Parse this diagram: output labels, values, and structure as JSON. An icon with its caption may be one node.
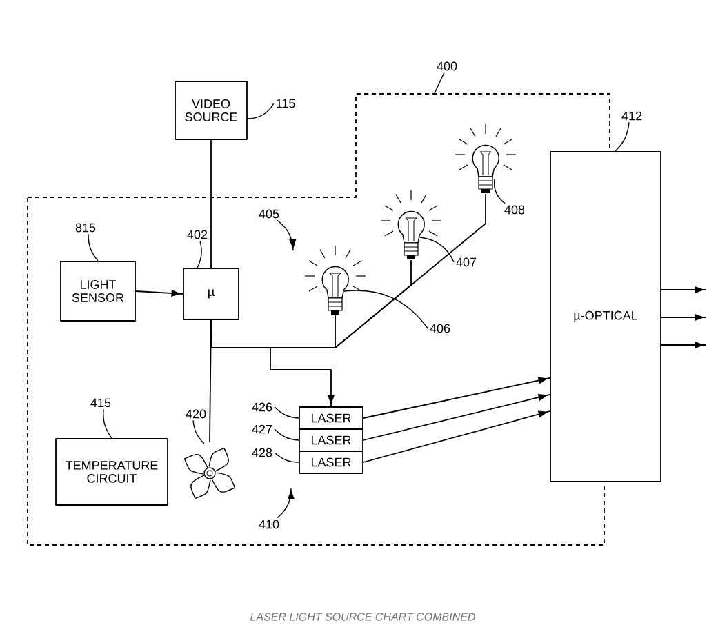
{
  "diagram": {
    "caption": "LASER LIGHT SOURCE CHART COMBINED",
    "nodes": [
      {
        "text": [],
        "shape": "box"
      },
      {
        "text": [
          "VIDEO SOURCE"
        ]
      },
      {
        "text": [
          "LIGHT SENSOR"
        ],
        "in": 0
      },
      {
        "text": [
          "µ"
        ],
        "in": 0
      },
      {
        "text": [
          "TEMPERATURE CIRCUIT"
        ],
        "in": 0
      },
      {
        "text": [],
        "shape": "picture",
        "in": 0
      },
      {
        "text": [],
        "shape": "picture",
        "in": 0
      },
      {
        "text": [],
        "shape": "picture",
        "in": 0
      },
      {
        "text": [],
        "shape": "picture",
        "in": 0
      },
      {
        "text": [
          "LASER"
        ],
        "in": 0
      },
      {
        "text": [
          "LASER"
        ],
        "in": 0
      },
      {
        "text": [
          "LASER"
        ],
        "in": 0
      },
      {
        "text": [
          "µ-OPTICAL"
        ]
      },
      {
        "text": [
          "405"
        ],
        "in": 0
      },
      {
        "text": [
          "410"
        ],
        "in": 0
      },
      {
        "text": [
          "115"
        ]
      },
      {
        "text": [
          "815"
        ],
        "in": 0
      },
      {
        "text": [
          "402"
        ],
        "in": 0
      },
      {
        "text": [
          "415"
        ],
        "in": 0
      },
      {
        "text": [
          "420"
        ],
        "in": 0
      },
      {
        "text": [
          "406"
        ],
        "in": 0
      },
      {
        "text": [
          "407"
        ],
        "in": 0
      },
      {
        "text": [
          "408"
        ],
        "in": 0
      },
      {
        "text": [
          "426"
        ],
        "in": 0
      },
      {
        "text": [
          "427"
        ],
        "in": 0
      },
      {
        "text": [
          "428"
        ],
        "in": 0
      },
      {
        "text": [
          "412"
        ]
      },
      {
        "text": [
          "400"
        ]
      }
    ],
    "edges": [
      {
        "from": 2,
        "to": 3,
        "arrow": "to"
      },
      {
        "from": 1,
        "to": 3,
        "arrow": "none"
      },
      {
        "from": 3,
        "to": 5,
        "arrow": "none"
      },
      {
        "from": 3,
        "to": 6,
        "arrow": "none"
      },
      {
        "from": 3,
        "to": 7,
        "arrow": "none"
      },
      {
        "from": 3,
        "to": 8,
        "arrow": "none"
      },
      {
        "from": 3,
        "to": 9,
        "arrow": "to"
      },
      {
        "from": 9,
        "to": 12,
        "arrow": "to"
      },
      {
        "from": 10,
        "to": 12,
        "arrow": "to"
      },
      {
        "from": 11,
        "to": 12,
        "arrow": "to"
      },
      {
        "from": 12,
        "to": null,
        "arrow": "to"
      },
      {
        "from": 12,
        "to": null,
        "arrow": "to"
      },
      {
        "from": 12,
        "to": null,
        "arrow": "to"
      },
      {
        "from": 13,
        "to": 6,
        "arrow": "to"
      },
      {
        "from": 14,
        "to": null,
        "arrow": "to"
      },
      {
        "from": 15,
        "to": 1,
        "arrow": "none"
      },
      {
        "from": 16,
        "to": 2,
        "arrow": "none"
      },
      {
        "from": 17,
        "to": 3,
        "arrow": "none"
      },
      {
        "from": 18,
        "to": 4,
        "arrow": "none"
      },
      {
        "from": 19,
        "to": 5,
        "arrow": "none"
      },
      {
        "from": 20,
        "to": 6,
        "arrow": "none"
      },
      {
        "from": 21,
        "to": 7,
        "arrow": "none"
      },
      {
        "from": 22,
        "to": 8,
        "arrow": "none"
      },
      {
        "from": 23,
        "to": 9,
        "arrow": "none"
      },
      {
        "from": 24,
        "to": 10,
        "arrow": "none"
      },
      {
        "from": 25,
        "to": 11,
        "arrow": "none"
      },
      {
        "from": 26,
        "to": 12,
        "arrow": "none"
      },
      {
        "from": 27,
        "to": 0,
        "arrow": "none"
      }
    ]
  }
}
